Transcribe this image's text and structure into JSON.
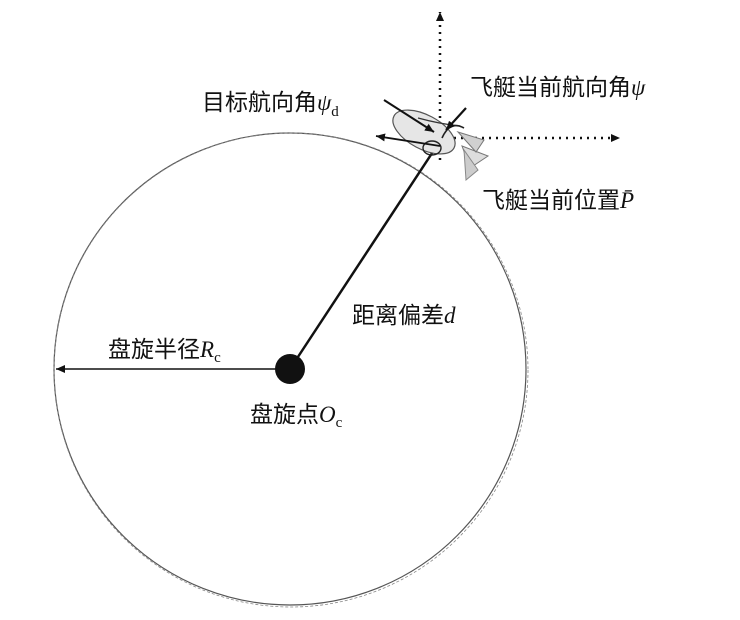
{
  "labels": {
    "target_heading_text": "目标航向角",
    "target_heading_symbol": "ψ",
    "target_heading_sub": "d",
    "current_heading_text": "飞艇当前航向角",
    "current_heading_symbol": "ψ",
    "current_position_text": "飞艇当前位置",
    "current_position_symbol": "P̄",
    "distance_text": "距离偏差",
    "distance_symbol": "d",
    "radius_text": "盘旋半径",
    "radius_symbol": "R",
    "radius_sub": "c",
    "center_text": "盘旋点",
    "center_symbol": "O",
    "center_sub": "c"
  },
  "colors": {
    "stroke": "#111111",
    "circle_stroke": "#555555",
    "center_fill": "#111111",
    "airship_fill": "#e6e6e6"
  }
}
